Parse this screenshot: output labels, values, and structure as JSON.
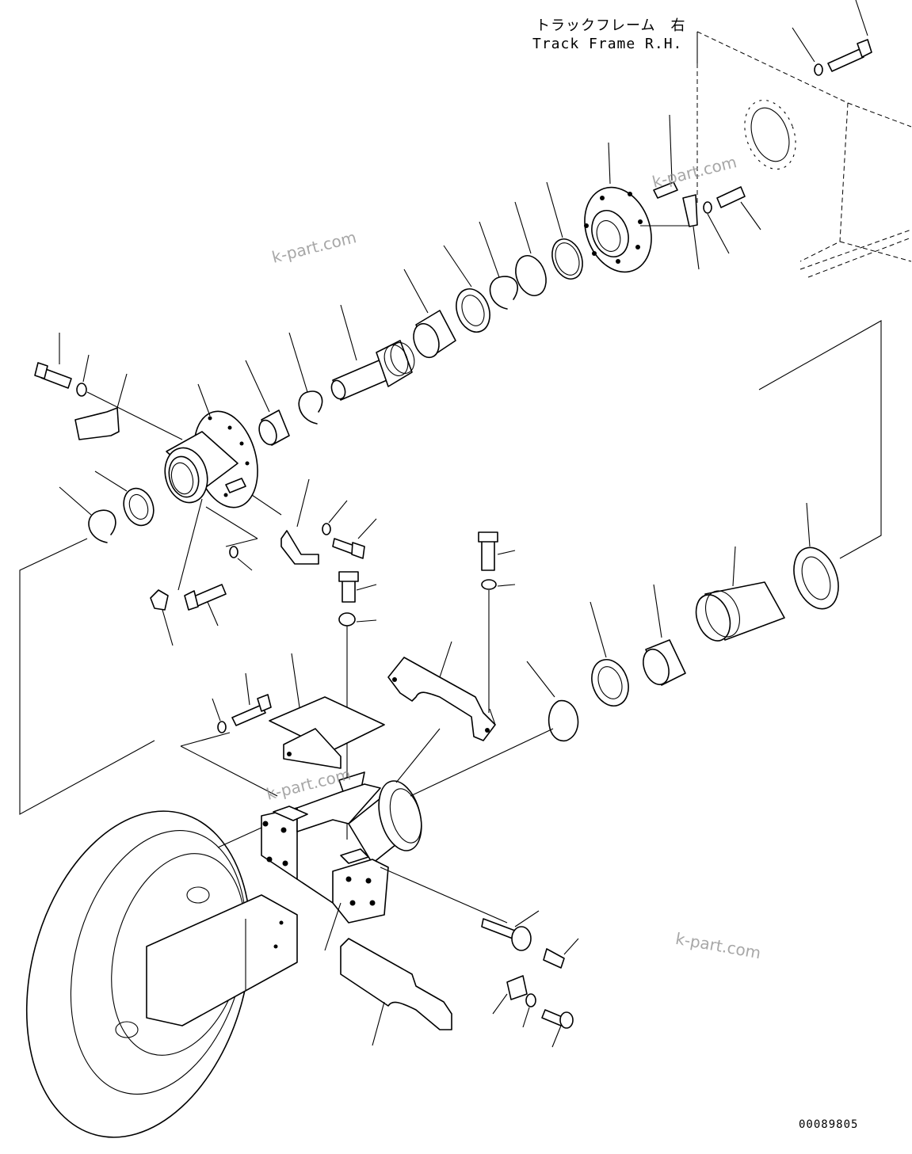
{
  "header": {
    "title_jp": "トラックフレーム　右",
    "title_en": "Track Frame R.H."
  },
  "watermarks": [
    "k-part.com",
    "k-part.com",
    "k-part.com",
    "k-part.com"
  ],
  "footer": {
    "drawing_number": "00089805"
  },
  "icons": {
    "parts": [
      "bolt-icon",
      "washer-icon",
      "ring-icon",
      "seal-icon",
      "bushing-icon",
      "shaft-icon",
      "housing-icon",
      "bracket-icon",
      "cap-icon",
      "grease-fitting-icon",
      "idler-wheel-icon"
    ]
  },
  "colors": {
    "ink": "#000000",
    "background": "#ffffff",
    "watermark": "#8a8a8a"
  }
}
